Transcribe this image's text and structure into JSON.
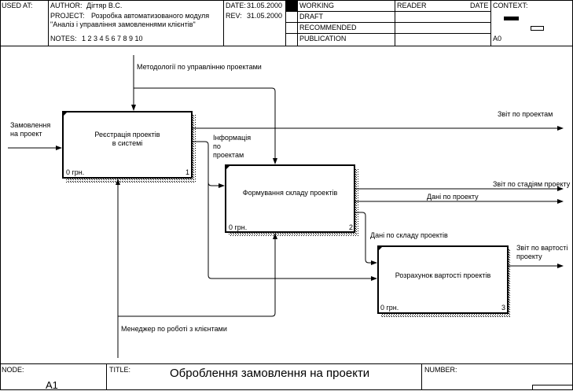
{
  "header": {
    "used_at_label": "USED AT:",
    "author_label": "AUTHOR:",
    "author_value": "Дігтяр В.С.",
    "project_label": "PROJECT:",
    "project_line1": "Розробка автоматизованого модуля",
    "project_line2": "\"Аналіз і управління замовленнями клієнтів\"",
    "notes_label": "NOTES:",
    "notes_numbers": "1  2  3  4  5  6  7  8  9  10",
    "date_label": "DATE:",
    "date_value": "31.05.2000",
    "rev_label": "REV:",
    "rev_value": "31.05.2000",
    "status_working": "WORKING",
    "status_draft": "DRAFT",
    "status_recommended": "RECOMMENDED",
    "status_publication": "PUBLICATION",
    "reader_label": "READER",
    "reader_date_label": "DATE",
    "context_label": "CONTEXT:",
    "context_node": "A0"
  },
  "boxes": [
    {
      "title_line1": "Реєстрація проектів",
      "title_line2": "в системі",
      "cost": "0 грн.",
      "number": "1"
    },
    {
      "title_line1": "Формування складу проектів",
      "title_line2": "",
      "cost": "0 грн.",
      "number": "2"
    },
    {
      "title_line1": "Розрахунок вартості проектів",
      "title_line2": "",
      "cost": "0 грн.",
      "number": "3"
    }
  ],
  "arrows": {
    "control_top": "Методології по управлінню проектами",
    "input_left_line1": "Замовлення",
    "input_left_line2": "на проект",
    "output_report_projects": "Звіт по проектам",
    "info_line1": "Інформація",
    "info_line2": "по",
    "info_line3": "проектам",
    "output_stages": "Звіт по стадіям проекту",
    "output_data_project": "Дані по проекту",
    "data_composition": "Дані по складу проектів",
    "output_cost_line1": "Звіт по вартості",
    "output_cost_line2": "проекту",
    "mechanism_bottom": "Менеджер по роботі з клієнтами"
  },
  "footer": {
    "node_label": "NODE:",
    "node_value": "A1",
    "title_label": "TITLE:",
    "title_value": "Оброблення замовлення на проекти",
    "number_label": "NUMBER:"
  }
}
